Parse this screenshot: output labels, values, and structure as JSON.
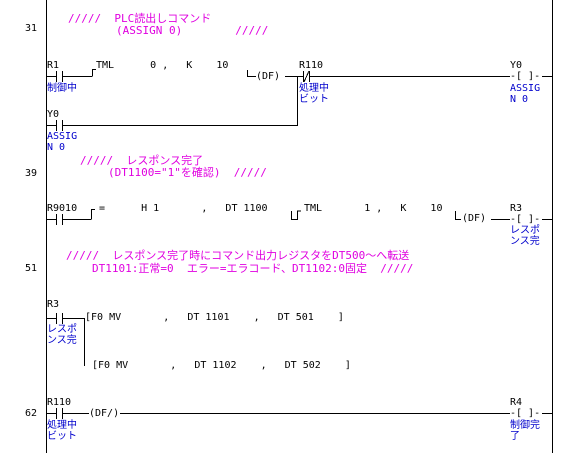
{
  "rungs": [
    {
      "step": "31",
      "comment": [
        "/////  PLC読出しコマンド",
        "(ASSIGN 0)        /////"
      ],
      "contact_r1": {
        "addr": "R1",
        "label": "制御中"
      },
      "tml_instr": "TML      0 ,   K    10",
      "df_instr": "(DF)",
      "contact_r110_nc": {
        "addr": "R110",
        "label1": "処理中",
        "label2": "ビット"
      },
      "coil_y0": {
        "addr": "Y0",
        "label1": "ASSIG",
        "label2": "N 0"
      },
      "selfhold_y0": {
        "addr": "Y0",
        "label1": "ASSIG",
        "label2": "N 0"
      }
    },
    {
      "step": "39",
      "comment": [
        "/////  レスポンス完了",
        "(DT1100=\"1\"を確認)  /////"
      ],
      "contact_r9010": {
        "addr": "R9010"
      },
      "compare_instr": "=      H 1       ,   DT 1100",
      "tml_instr": "TML       1 ,   K    10",
      "df_instr": "(DF)",
      "coil_r3": {
        "addr": "R3",
        "label1": "レスポ",
        "label2": "ンス完"
      }
    },
    {
      "step": "51",
      "comment": [
        "/////  レスポンス完了時にコマンド出力レジスタをDT500～へ転送",
        "DT1101:正常=0  エラー=エラコード、DT1102:0固定  /////"
      ],
      "contact_r3": {
        "addr": "R3",
        "label1": "レスポ",
        "label2": "ンス完"
      },
      "mv1_instr": "[F0 MV       ,   DT 1101    ,   DT 501    ]",
      "mv2_instr": "[F0 MV       ,   DT 1102    ,   DT 502    ]"
    },
    {
      "step": "62",
      "contact_r110": {
        "addr": "R110",
        "label1": "処理中",
        "label2": "ビット"
      },
      "df_instr": "(DF/)",
      "coil_r4": {
        "addr": "R4",
        "label1": "制御完",
        "label2": "了"
      }
    }
  ],
  "colors": {
    "comment": "#e000e0",
    "label": "#0000cc",
    "line": "#000000"
  }
}
